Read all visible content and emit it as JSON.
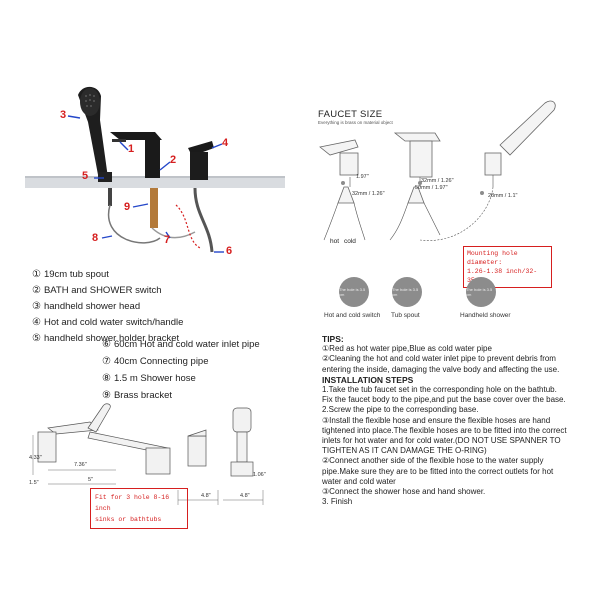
{
  "photo": {
    "numbers": [
      "1",
      "2",
      "3",
      "4",
      "5",
      "6",
      "7",
      "8",
      "9"
    ]
  },
  "legend": [
    {
      "mark": "①",
      "text": "19cm tub spout"
    },
    {
      "mark": "②",
      "text": "BATH and SHOWER switch"
    },
    {
      "mark": "③",
      "text": "handheld shower head"
    },
    {
      "mark": "④",
      "text": "Hot and cold water switch/handle"
    },
    {
      "mark": "⑤",
      "text": "handheld shower holder bracket"
    },
    {
      "mark": "⑥",
      "text": "60cm Hot and cold water inlet pipe"
    },
    {
      "mark": "⑦",
      "text": "40cm Connecting pipe"
    },
    {
      "mark": "⑧",
      "text": "1.5 m Shower hose"
    },
    {
      "mark": "⑨",
      "text": "Brass bracket"
    }
  ],
  "faucet_size": {
    "title": "FAUCET SIZE",
    "subtitle": "Everything is brass on material object",
    "dims": [
      "1.97\"",
      "32mm / 1.26\"",
      "32mm / 1.26\"",
      "50mm / 1.97\"",
      "28mm / 1.1\""
    ],
    "hot": "hot",
    "cold": "cold",
    "mounting_title": "Mounting hole diameter:",
    "mounting_value": "1.26-1.38 inch/32-35mm",
    "holes": [
      {
        "inner": "The hole is 3.5 cm",
        "caption": "Hot and cold switch"
      },
      {
        "inner": "The hole is 3.5 cm",
        "caption": "Tub spout"
      },
      {
        "inner": "The hole is 3.5 cm",
        "caption": "Handheld shower"
      }
    ]
  },
  "tips": {
    "heading": "TIPS:",
    "lines": [
      "①Red as hot water pipe,Blue as cold water pipe",
      "②Cleaning the hot and cold water inlet pipe to prevent debris from",
      "entering the inside, damaging the valve body and affecting the use."
    ],
    "steps_heading": "INSTALLATION STEPS",
    "steps": [
      "1.Take the tub faucet set in the corresponding hole on the bathtub.",
      "Fix the faucet body to the pipe,and put the base cover over the base.",
      "2.Screw the pipe to the corresponding base.",
      "③Install the flexible hose and ensure the flexible hoses are hand",
      "tightened into place.The flexible hoses are to be fitted into the correct",
      "inlets for hot water and for cold water.(DO NOT USE SPANNER TO",
      "TIGHTEN AS IT CAN DAMAGE THE O-RING)",
      "②Connect another side of the flexible hose to the water supply",
      "pipe.Make sure they are to be fitted into the correct outlets for hot",
      "water and cold water",
      "③Connect the shower hose and hand shower.",
      "3. Finish"
    ]
  },
  "drawing": {
    "dims": [
      "7.36\"",
      "5\"",
      "4.8\"",
      "4.8\"",
      "1.06\"",
      "4.33\"",
      "1.5\""
    ],
    "fit_note": [
      "Fit for 3 hole 8-16 inch",
      "sinks or bathtubs"
    ]
  },
  "colors": {
    "accent_red": "#d61f1f",
    "arrow_blue": "#2447c9",
    "hole_gray": "#8c8c8c"
  }
}
